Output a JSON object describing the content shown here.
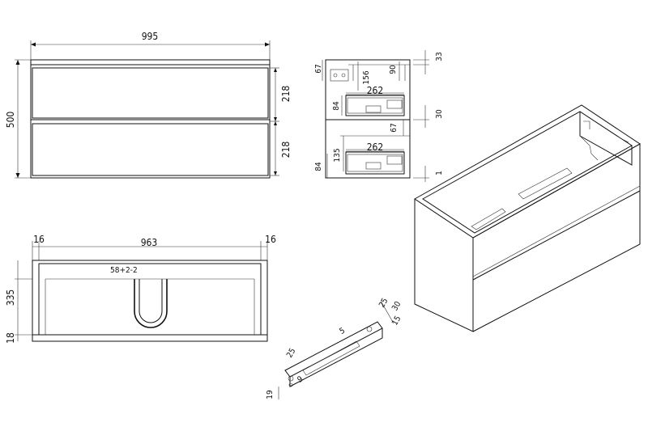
{
  "front_view": {
    "width": "995",
    "height": "500",
    "drawer_top": "218",
    "drawer_bottom": "218"
  },
  "side_section": {
    "top_right": "33",
    "top_left": "67",
    "top_156": "156",
    "top_90": "90",
    "upper_drawer_depth": "262",
    "upper_drawer_height": "84",
    "mid_right": "30",
    "mid_left": "67",
    "lower_drawer_depth": "262",
    "lower_135": "135",
    "lower_drawer_height": "84",
    "bottom_right": "1"
  },
  "plan_view": {
    "left_side": "16",
    "inner_width": "963",
    "right_side": "16",
    "inner_depth": "335",
    "base": "18",
    "note": "58+2-2"
  },
  "slide_detail": {
    "dim_25_top": "25",
    "dim_30": "30",
    "dim_15": "15",
    "dim_5": "5",
    "dim_25_left": "25",
    "dim_19": "19",
    "dim_9": "9"
  }
}
